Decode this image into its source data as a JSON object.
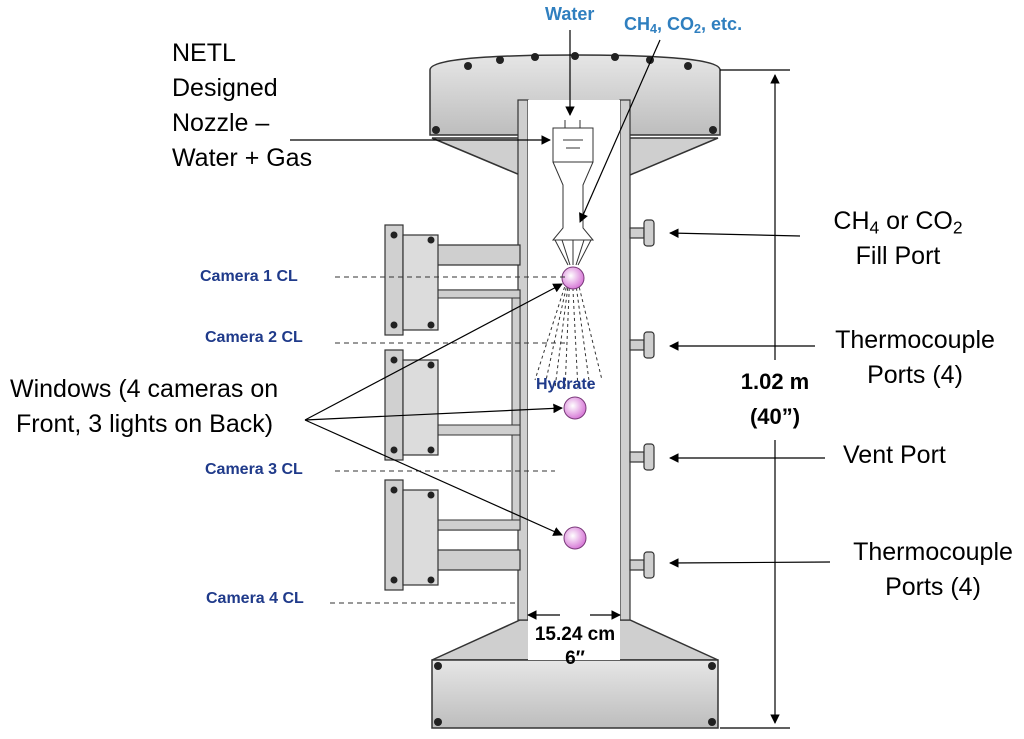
{
  "labels": {
    "water": "Water",
    "gas_inlet": {
      "pre": "CH",
      "s1": "4",
      "mid": ", CO",
      "s2": "2",
      "post": ", etc."
    },
    "nozzle_lines": [
      "NETL",
      "Designed",
      "Nozzle –",
      "Water + Gas"
    ],
    "fill_port": {
      "pre": "CH",
      "s1": "4",
      "mid": " or CO",
      "s2": "2",
      "line2": "Fill Port"
    },
    "thermocouple_1": [
      "Thermocouple",
      "Ports (4)"
    ],
    "vent_port": "Vent Port",
    "thermocouple_2": [
      "Thermocouple",
      "Ports (4)"
    ],
    "height": [
      "1.02 m",
      "(40”)"
    ],
    "width": [
      "15.24 cm",
      "6″"
    ],
    "windows": [
      "Windows (4 cameras on",
      "Front, 3 lights on Back)"
    ],
    "hydrate": "Hydrate",
    "cameras": [
      "Camera 1 CL",
      "Camera 2 CL",
      "Camera 3 CL",
      "Camera 4 CL"
    ]
  },
  "colors": {
    "steel": "#d4d4d4",
    "steel_dark": "#b5b5b5",
    "window_fill": "#e89be8",
    "label_blue": "#2f7fbf",
    "camera_label": "#1f3a8a"
  }
}
